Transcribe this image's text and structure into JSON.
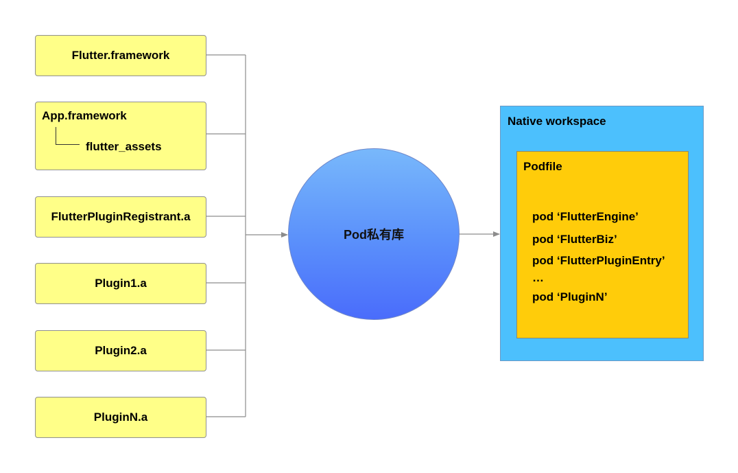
{
  "sources": [
    {
      "id": "flutter-framework",
      "label": "Flutter.framework"
    },
    {
      "id": "app-framework",
      "label": "App.framework",
      "child": "flutter_assets"
    },
    {
      "id": "flutter-plugin-registrant",
      "label": "FlutterPluginRegistrant.a"
    },
    {
      "id": "plugin1",
      "label": "Plugin1.a"
    },
    {
      "id": "plugin2",
      "label": "Plugin2.a"
    },
    {
      "id": "pluginN",
      "label": "PluginN.a"
    }
  ],
  "pod_repo": {
    "label": "Pod私有库"
  },
  "workspace": {
    "title": "Native workspace",
    "podfile": {
      "title": "Podfile",
      "lines": [
        "pod ‘FlutterEngine’",
        "pod ‘FlutterBiz’",
        "pod ‘FlutterPluginEntry’",
        "…",
        "pod ‘PluginN’"
      ]
    }
  },
  "colors": {
    "source_box": "#ffff88",
    "circle_top": "#78b8fb",
    "circle_bottom": "#4a6cfb",
    "workspace": "#4cc0fd",
    "podfile": "#ffcc0a",
    "connector": "#8c8c8c"
  }
}
